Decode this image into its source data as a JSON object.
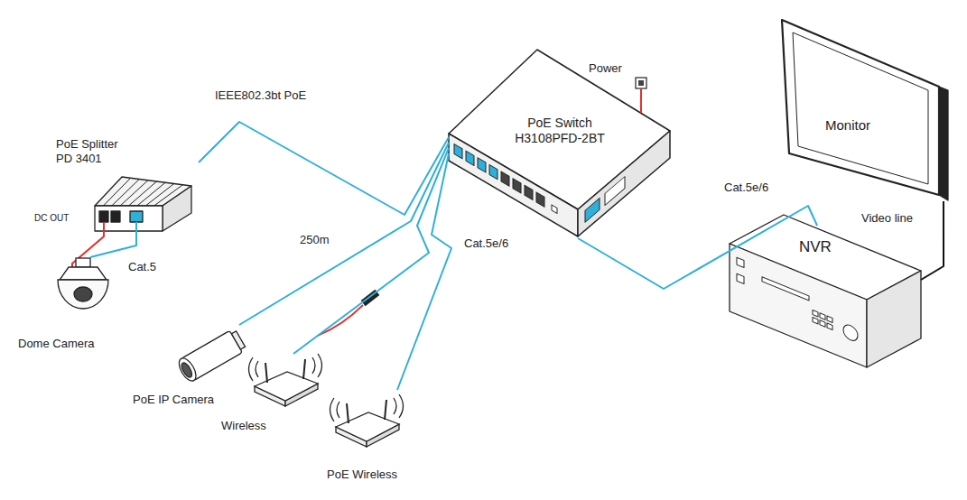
{
  "diagram": {
    "nodes": [
      {
        "text": [
          "PoE Splitter PD 3401"
        ]
      },
      {
        "text": [
          "Dome Camera"
        ]
      },
      {
        "text": [
          "PoE IP Camera"
        ]
      },
      {
        "text": [
          "Wireless"
        ]
      },
      {
        "text": [
          "PoE Wireless"
        ]
      },
      {
        "text": [
          "Power"
        ]
      },
      {
        "text": [
          "PoE Switch H3108PFD-2BT"
        ]
      },
      {
        "text": [
          "Monitor"
        ]
      },
      {
        "text": [
          "NVR"
        ]
      }
    ],
    "edges": [
      {
        "from": 6,
        "to": 0,
        "label": "IEEE802.3bt PoE",
        "arrow": "none"
      },
      {
        "from": 0,
        "to": 1,
        "label": "Cat.5",
        "arrow": "none"
      },
      {
        "from": 6,
        "to": 2,
        "label": "250m",
        "arrow": "none"
      },
      {
        "from": 6,
        "to": 3,
        "arrow": "none"
      },
      {
        "from": 6,
        "to": 4,
        "label": "Cat.5e/6",
        "arrow": "none"
      },
      {
        "from": 5,
        "to": 6,
        "arrow": "none"
      },
      {
        "from": 6,
        "to": 8,
        "label": "Cat.5e/6",
        "arrow": "none"
      },
      {
        "from": 8,
        "to": 7,
        "label": "Video line",
        "arrow": "none"
      }
    ],
    "labels": [
      "DC OUT"
    ]
  }
}
